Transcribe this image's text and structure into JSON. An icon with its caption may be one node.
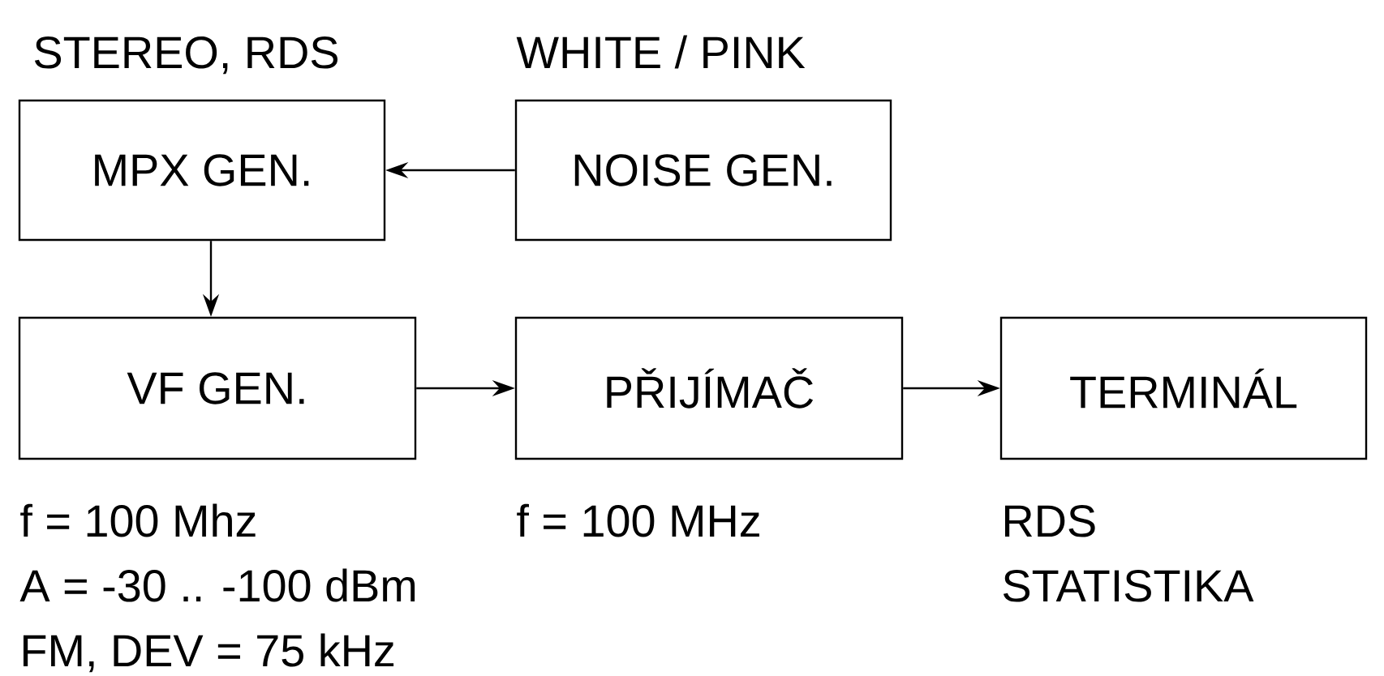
{
  "diagram": {
    "nodes": [
      {
        "text": [
          "MPX GEN."
        ],
        "beside": [
          "STEREO, RDS"
        ]
      },
      {
        "text": [
          "NOISE GEN."
        ],
        "beside": [
          "WHITE / PINK"
        ]
      },
      {
        "text": [
          "VF GEN."
        ],
        "beside": [
          "f = 100 Mhz",
          "A = -30 .. -100 dBm",
          "FM, DEV = 75 kHz"
        ]
      },
      {
        "text": [
          "PŘIJÍMAČ"
        ],
        "beside": [
          "f = 100 MHz"
        ]
      },
      {
        "text": [
          "TERMINÁL"
        ],
        "beside": [
          "RDS",
          "STATISTIKA"
        ]
      }
    ],
    "edges": [
      {
        "from": 1,
        "to": 0,
        "arrow": "to"
      },
      {
        "from": 0,
        "to": 2,
        "arrow": "to"
      },
      {
        "from": 2,
        "to": 3,
        "arrow": "to"
      },
      {
        "from": 3,
        "to": 4,
        "arrow": "to"
      }
    ]
  }
}
